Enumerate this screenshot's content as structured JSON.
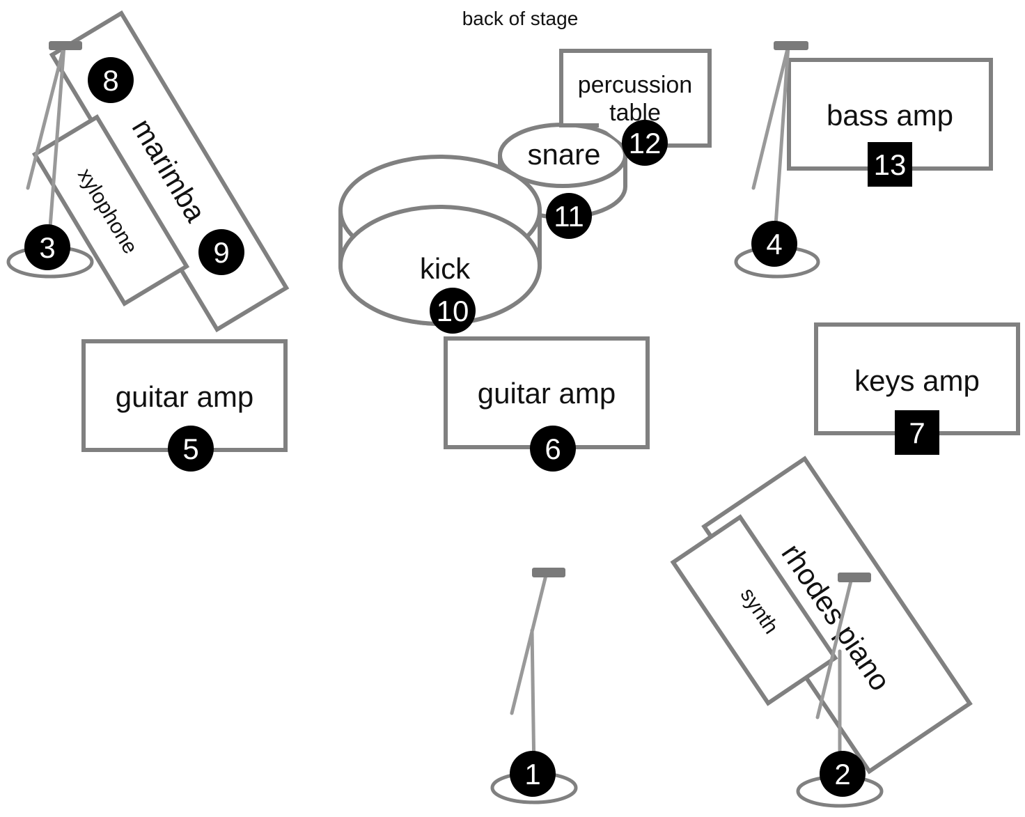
{
  "header": {
    "back_of_stage": "back of stage"
  },
  "equipment": {
    "marimba": "marimba",
    "xylophone": "xylophone",
    "percussion_table_line1": "percussion",
    "percussion_table_line2": "table",
    "snare": "snare",
    "kick": "kick",
    "bass_amp": "bass amp",
    "guitar_amp_left": "guitar amp",
    "guitar_amp_center": "guitar amp",
    "keys_amp": "keys amp",
    "rhodes_piano": "rhodes piano",
    "synth": "synth"
  },
  "inputs": {
    "n1": "1",
    "n2": "2",
    "n3": "3",
    "n4": "4",
    "n5": "5",
    "n6": "6",
    "n7": "7",
    "n8": "8",
    "n9": "9",
    "n10": "10",
    "n11": "11",
    "n12": "12",
    "n13": "13"
  },
  "colors": {
    "outline": "#808080",
    "badge": "#000000",
    "stand": "#999999"
  }
}
